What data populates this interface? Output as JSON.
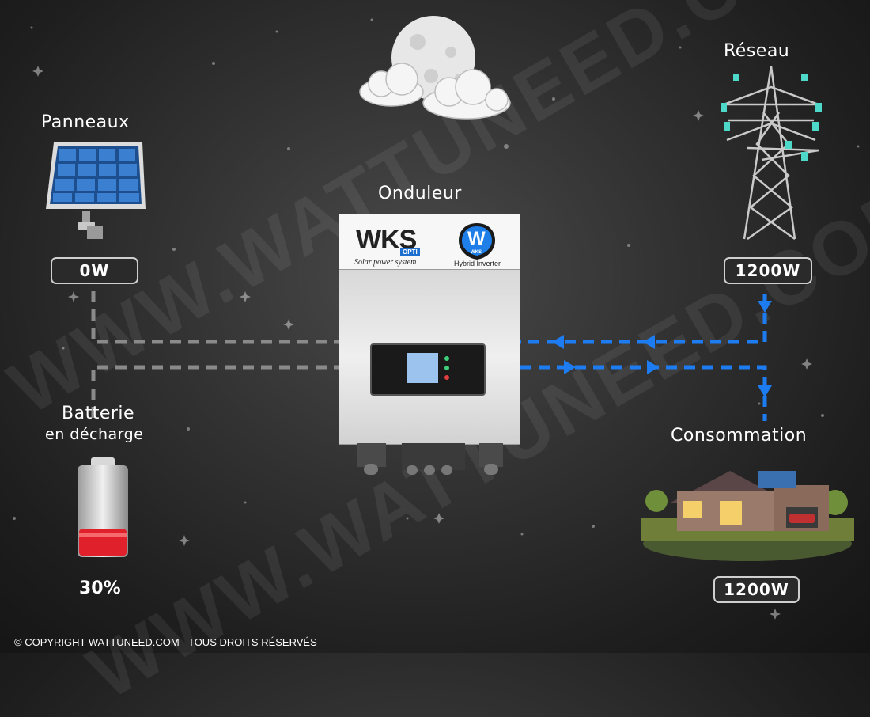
{
  "labels": {
    "panels": "Panneaux",
    "grid": "Réseau",
    "inverter": "Onduleur",
    "battery": "Batterie",
    "battery_state": "en décharge",
    "consumption": "Consommation"
  },
  "values": {
    "panels_power": "0W",
    "grid_power": "1200W",
    "battery_percent": "30%",
    "consumption_power": "1200W"
  },
  "battery_level": 0.3,
  "inverter_branding": {
    "brand": "WKS",
    "brand_tag": "OPTI",
    "slogan": "Solar power system",
    "logo_letter": "W",
    "logo_sub": "WKS",
    "product": "Hybrid Inverter"
  },
  "watermark": "WWW.WATTUNEED.COM",
  "copyright": "© COPYRIGHT WATTUNEED.COM - TOUS DROITS RÉSERVÉS",
  "colors": {
    "active_flow": "#1e7cf2",
    "idle_flow": "#8a8a8a",
    "battery_fill": "#e0202a",
    "screen": "#9cc3ee",
    "solar_cell": "#2c6fbf"
  },
  "icons": [
    "moon-cloud-icon",
    "solar-panel-icon",
    "pylon-icon",
    "inverter-icon",
    "battery-icon",
    "house-icon"
  ]
}
